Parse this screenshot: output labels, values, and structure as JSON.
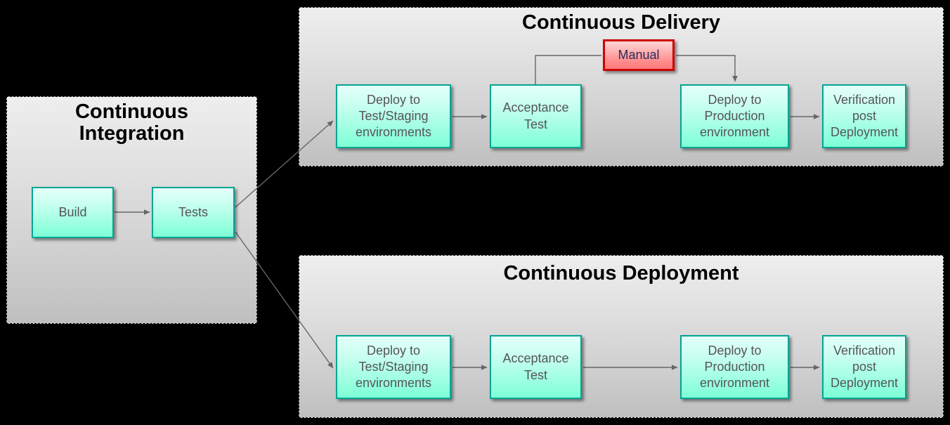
{
  "diagram": {
    "title_semantic": "CI / CD pipeline comparison diagram",
    "background_color": "#000000",
    "node_fill_top": "#e3fff9",
    "node_fill_bottom": "#7dffd6",
    "node_border_color": "#00a693",
    "manual_fill_top": "#ffd5d5",
    "manual_fill_bottom": "#ff7b7b",
    "manual_border_color": "#d00000",
    "manual_text_color": "#2b2b5c",
    "panel_fill_top": "#eeeeee",
    "panel_fill_bottom": "#bfbfbf",
    "connector_color": "#666666",
    "node_text_color": "#555555"
  },
  "panels": {
    "continuous_integration": {
      "title": "Continuous\nIntegration",
      "nodes": {
        "build": "Build",
        "tests": "Tests"
      }
    },
    "continuous_delivery": {
      "title": "Continuous Delivery",
      "nodes": {
        "deploy_test": "Deploy to\nTest/Staging\nenvironments",
        "acceptance_test": "Acceptance\nTest",
        "manual": "Manual",
        "deploy_production": "Deploy to\nProduction\nenvironment",
        "verification": "Verification\npost\nDeployment"
      }
    },
    "continuous_deployment": {
      "title": "Continuous Deployment",
      "nodes": {
        "deploy_test": "Deploy to\nTest/Staging\nenvironments",
        "acceptance_test": "Acceptance\nTest",
        "deploy_production": "Deploy to\nProduction\nenvironment",
        "verification": "Verification\npost\nDeployment"
      }
    }
  },
  "connections": [
    {
      "from": "build",
      "to": "tests",
      "style": "arrow"
    },
    {
      "from": "tests",
      "to": "cdel-deploy-test",
      "style": "arrow"
    },
    {
      "from": "tests",
      "to": "cdep-deploy-test",
      "style": "arrow"
    },
    {
      "from": "cdel-deploy-test",
      "to": "cdel-acceptance-test",
      "style": "arrow"
    },
    {
      "from": "cdel-acceptance-test",
      "to": "manual",
      "style": "line"
    },
    {
      "from": "manual",
      "to": "cdel-deploy-production",
      "style": "arrow"
    },
    {
      "from": "cdel-deploy-production",
      "to": "cdel-verification",
      "style": "arrow"
    },
    {
      "from": "cdep-deploy-test",
      "to": "cdep-acceptance-test",
      "style": "arrow"
    },
    {
      "from": "cdep-acceptance-test",
      "to": "cdep-deploy-production",
      "style": "arrow"
    },
    {
      "from": "cdep-deploy-production",
      "to": "cdep-verification",
      "style": "arrow"
    }
  ]
}
